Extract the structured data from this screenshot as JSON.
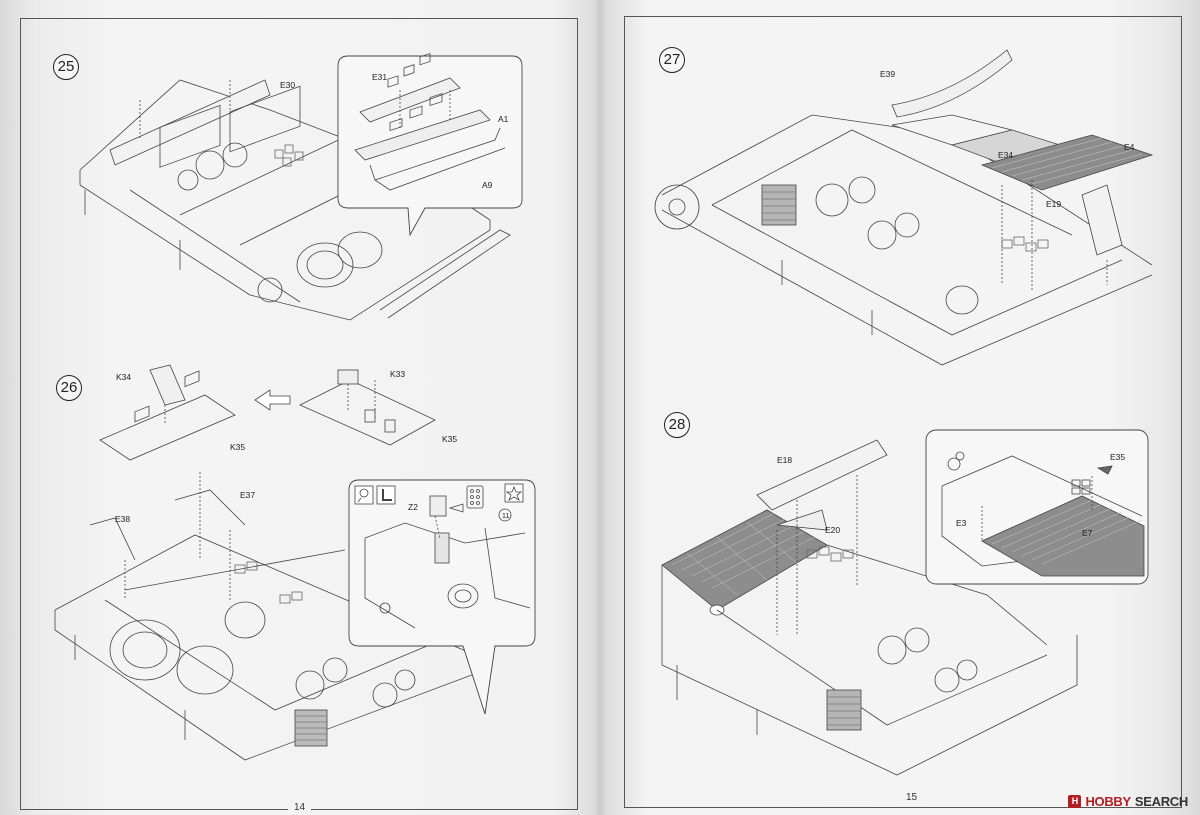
{
  "left_page": {
    "page_number": "14",
    "steps": [
      {
        "number": "25",
        "labels": {
          "e30": "E30",
          "e31": "E31",
          "a1": "A1",
          "a9": "A9"
        }
      },
      {
        "number": "26",
        "labels": {
          "k34": "K34",
          "k35_left": "K35",
          "k33": "K33",
          "k35_right": "K35",
          "e37": "E37",
          "e38": "E38",
          "z2": "Z2",
          "ref11": "11"
        }
      }
    ]
  },
  "right_page": {
    "page_number": "15",
    "steps": [
      {
        "number": "27",
        "labels": {
          "e39": "E39",
          "e34": "E34",
          "e4": "E4",
          "e19": "E19"
        }
      },
      {
        "number": "28",
        "labels": {
          "e18": "E18",
          "e20": "E20",
          "e35": "E35",
          "e3": "E3",
          "e7": "E7"
        }
      }
    ]
  },
  "watermark": {
    "logo_letter": "H",
    "brand": "HOBBY",
    "search": "SEARCH"
  }
}
